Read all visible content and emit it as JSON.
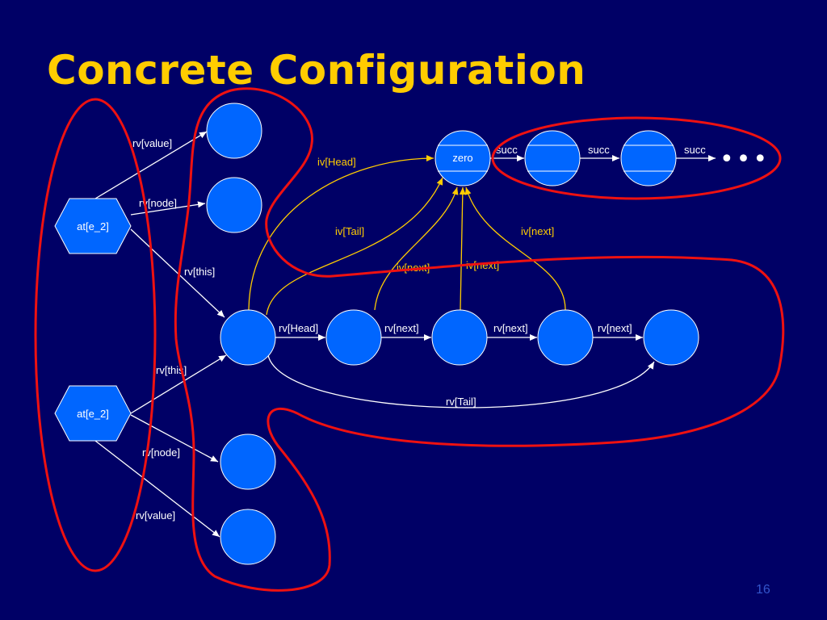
{
  "slide": {
    "title": "Concrete Configuration",
    "page_number": "16"
  },
  "colors": {
    "background": "#000066",
    "title": "#FFCC00",
    "node_fill": "#0066ff",
    "white_edge": "#ffffff",
    "yellow_edge": "#FFCC00",
    "region_outline": "#ee1111"
  },
  "diagram": {
    "hexagons": [
      "at[e_2]",
      "at[e_2]"
    ],
    "zero_node": "zero",
    "succ_labels": [
      "succ",
      "succ",
      "succ"
    ],
    "ellipsis": "•••",
    "white_edge_labels": {
      "top_value": "rv[value]",
      "top_node": "rv[node]",
      "top_this": "rv[this]",
      "bottom_this": "rv[this]",
      "bottom_node": "rv[node]",
      "bottom_value": "rv[value]",
      "head": "rv[Head]",
      "next_1": "rv[next]",
      "next_2": "rv[next]",
      "next_3": "rv[next]",
      "tail": "rv[Tail]"
    },
    "yellow_edge_labels": {
      "head": "iv[Head]",
      "tail": "iv[Tail]",
      "next_1": "iv[next]",
      "next_2": "iv[next]",
      "next_3": "iv[next]"
    }
  }
}
